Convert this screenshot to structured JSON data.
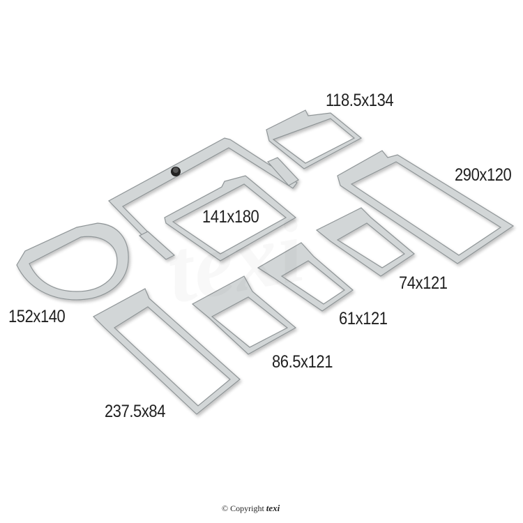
{
  "image": {
    "background": "#ffffff",
    "metal_color": "#d2d6d7",
    "edge_color": "#8e9496",
    "hoops": [
      {
        "label": "118.5x134"
      },
      {
        "label": "290x120"
      },
      {
        "label": "141x180"
      },
      {
        "label": "152x140"
      },
      {
        "label": "74x121"
      },
      {
        "label": "61x121"
      },
      {
        "label": "86.5x121"
      },
      {
        "label": "237.5x84"
      }
    ]
  },
  "watermark": {
    "text": "texi"
  },
  "copyright": {
    "symbol": "©",
    "text": "Copyright",
    "brand": "texi"
  }
}
